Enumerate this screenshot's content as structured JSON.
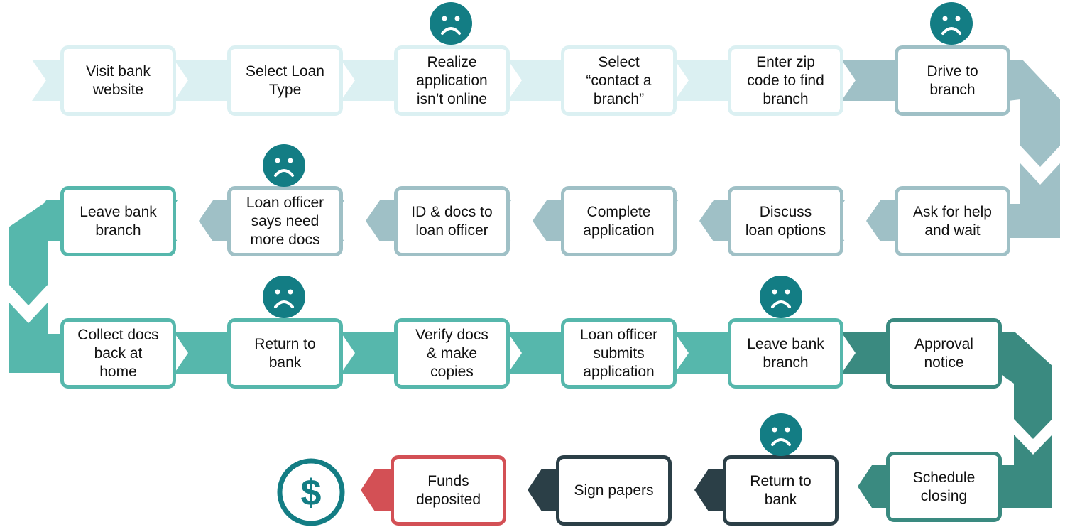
{
  "steps": [
    "Visit bank\nwebsite",
    "Select Loan\nType",
    "Realize\napplication\nisn’t online",
    "Select\n“contact a\nbranch”",
    "Enter zip\ncode to find\nbranch",
    "Drive to\nbranch",
    "Ask for help\nand wait",
    "Discuss\nloan options",
    "Complete\napplication",
    "ID & docs to\nloan officer",
    "Loan officer\nsays need\nmore docs",
    "Leave bank\nbranch",
    "Collect docs\nback at\nhome",
    "Return to\nbank",
    "Verify docs\n& make\ncopies",
    "Loan officer\nsubmits\napplication",
    "Leave bank\nbranch",
    "Approval\nnotice",
    "Schedule\nclosing",
    "Return to\nbank",
    "Sign papers",
    "Funds\ndeposited"
  ],
  "pain_point_icon": "sad-face-icon",
  "end_icon": "dollar-icon",
  "colors": {
    "pale": "#dbf0f2",
    "gray": "#9fc0c6",
    "teal": "#56b7ac",
    "dark_teal": "#3a8a80",
    "navy": "#2b3f47",
    "red": "#d35055",
    "icon": "#137d84"
  }
}
